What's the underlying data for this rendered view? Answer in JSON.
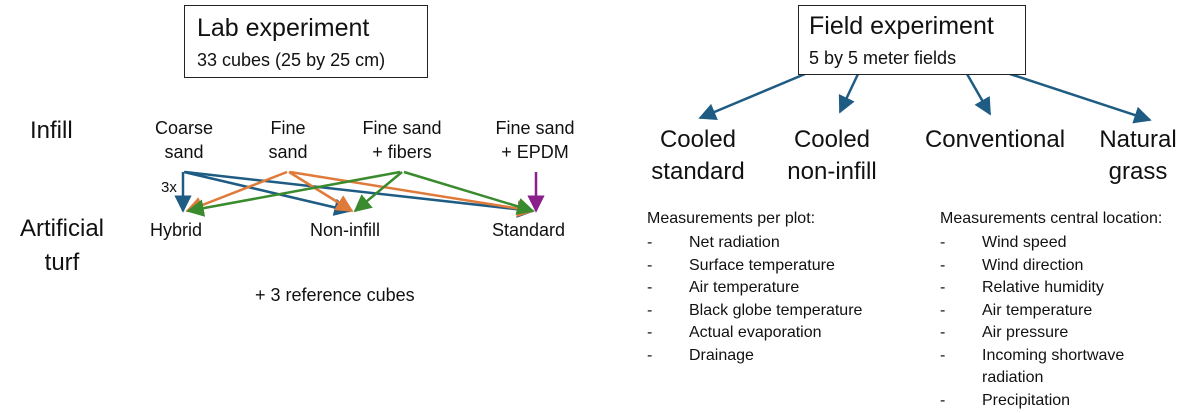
{
  "lab": {
    "title": "Lab experiment",
    "subtitle": "33 cubes (25 by 25 cm)",
    "row_infill": "Infill",
    "row_turf": "Artificial\nturf",
    "infill": [
      {
        "id": "coarse",
        "label": "Coarse\nsand"
      },
      {
        "id": "fine",
        "label": "Fine\nsand"
      },
      {
        "id": "fibers",
        "label": "Fine sand\n+ fibers"
      },
      {
        "id": "epdm",
        "label": "Fine sand\n+ EPDM"
      }
    ],
    "turf": [
      {
        "id": "hybrid",
        "label": "Hybrid"
      },
      {
        "id": "noninfill",
        "label": "Non-infill"
      },
      {
        "id": "standard",
        "label": "Standard"
      }
    ],
    "repeat_label": "3x",
    "reference_note": "+ 3 reference cubes",
    "link_colors": {
      "coarse": "#1f5c84",
      "fine": "#e07a3a",
      "fibers": "#3a8a2e",
      "epdm": "#8b1f8b"
    }
  },
  "field": {
    "title": "Field experiment",
    "subtitle": "5 by 5 meter fields",
    "arrow_color": "#1f5c84",
    "treatments": [
      {
        "label": "Cooled\nstandard"
      },
      {
        "label": "Cooled\nnon-infill"
      },
      {
        "label": "Conventional"
      },
      {
        "label": "Natural\ngrass"
      }
    ],
    "plot_measurements": {
      "title": "Measurements per plot:",
      "items": [
        "Net radiation",
        "Surface temperature",
        "Air temperature",
        "Black globe temperature",
        "Actual evaporation",
        "Drainage"
      ]
    },
    "central_measurements": {
      "title": "Measurements central location:",
      "items": [
        "Wind speed",
        "Wind direction",
        "Relative humidity",
        "Air temperature",
        "Air pressure",
        "Incoming shortwave radiation",
        "Precipitation"
      ]
    },
    "dash": "-"
  }
}
